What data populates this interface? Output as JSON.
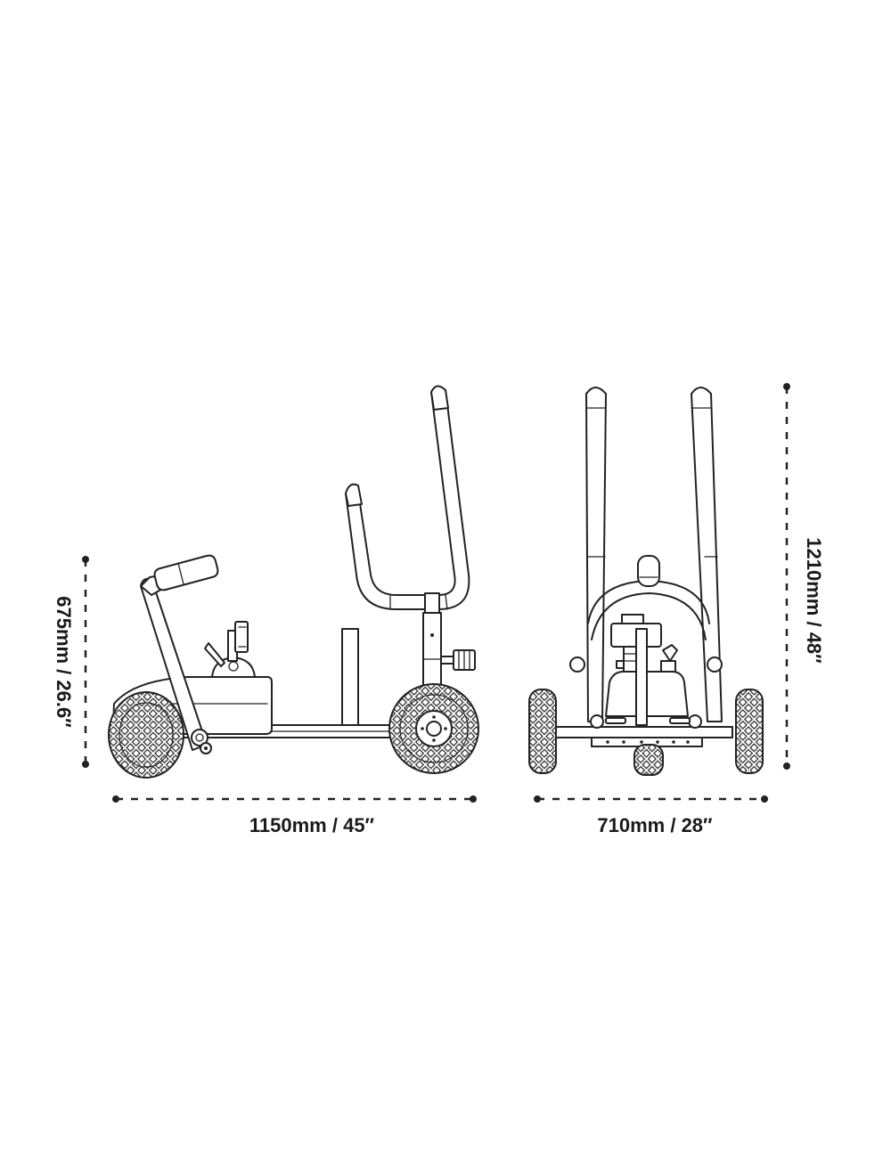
{
  "dimensions": {
    "side_height": "675mm / 26.6″",
    "side_length": "1150mm / 45″",
    "front_width": "710mm / 28″",
    "front_height": "1210mm / 48″"
  }
}
